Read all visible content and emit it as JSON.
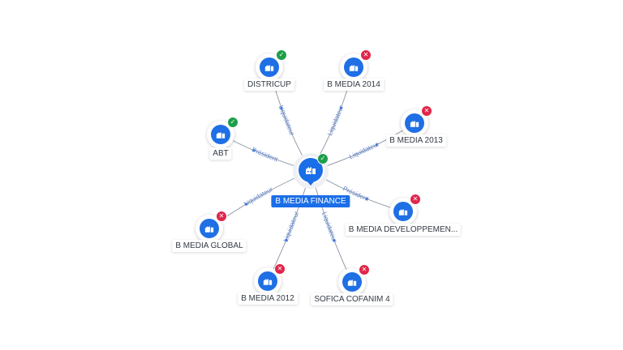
{
  "diagram": {
    "center": {
      "label": "B MEDIA FINANCE",
      "status": "active",
      "icon": "company-icon"
    },
    "nodes": [
      {
        "id": "districup",
        "label": "DISTRICUP",
        "status": "active",
        "icon": "company-icon",
        "edge_label": "Liquidateur"
      },
      {
        "id": "bmedia2014",
        "label": "B MEDIA 2014",
        "status": "closed",
        "icon": "company-icon",
        "edge_label": "Liquidateur"
      },
      {
        "id": "bmedia2013",
        "label": "B MEDIA 2013",
        "status": "closed",
        "icon": "company-icon",
        "edge_label": "Liquidateur"
      },
      {
        "id": "abt",
        "label": "ABT",
        "status": "active",
        "icon": "company-icon",
        "edge_label": "Président"
      },
      {
        "id": "bmediadev",
        "label": "B MEDIA DEVELOPPEMEN...",
        "status": "closed",
        "icon": "company-icon",
        "edge_label": "Président"
      },
      {
        "id": "bmediaglobal",
        "label": "B MEDIA GLOBAL",
        "status": "closed",
        "icon": "company-icon",
        "edge_label": "Liquidateur"
      },
      {
        "id": "bmedia2012",
        "label": "B MEDIA 2012",
        "status": "closed",
        "icon": "company-icon",
        "edge_label": "Liquidateur"
      },
      {
        "id": "sofica",
        "label": "SOFICA COFANIM 4",
        "status": "closed",
        "icon": "company-icon",
        "edge_label": "Liquidateur"
      }
    ],
    "colors": {
      "primary": "#1a6ee8",
      "active_badge": "#1e9e4a",
      "closed_badge": "#e0264a",
      "edge": "#8a93a3",
      "edge_label": "#5b7fc4"
    }
  }
}
